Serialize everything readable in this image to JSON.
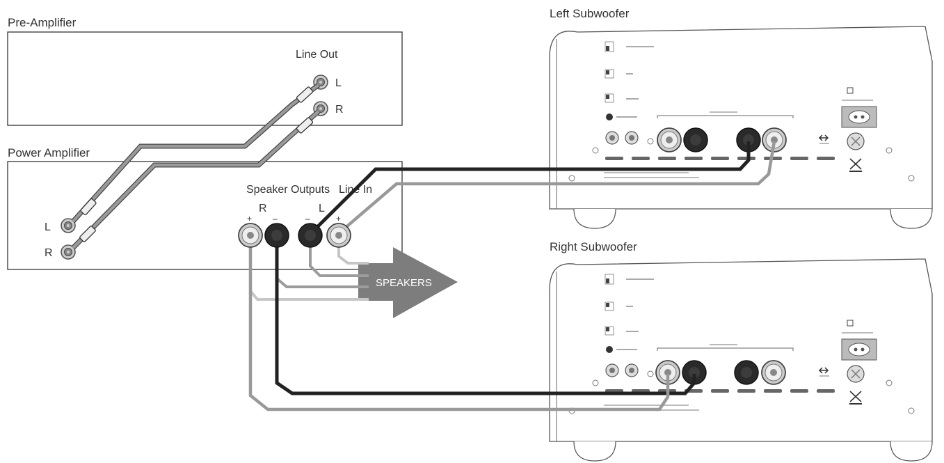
{
  "pre_amplifier": {
    "title": "Pre-Amplifier",
    "section_label": "Line Out",
    "left_label": "L",
    "right_label": "R"
  },
  "power_amplifier": {
    "title": "Power Amplifier",
    "input_left_label": "L",
    "input_right_label": "R",
    "speaker_outputs_label": "Speaker Outputs",
    "line_in_label": "Line In",
    "output_right_label": "R",
    "output_left_label": "L",
    "plus_label": "+",
    "minus_label": "–"
  },
  "speakers": {
    "label": "SPEAKERS"
  },
  "left_subwoofer": {
    "title": "Left Subwoofer"
  },
  "right_subwoofer": {
    "title": "Right Subwoofer"
  },
  "colors": {
    "interconnect": "#8c8c8c",
    "positive_wire": "#a8a8a8",
    "negative_wire": "#2a2a2a",
    "speaker_arrow": "#7d7d7d"
  }
}
